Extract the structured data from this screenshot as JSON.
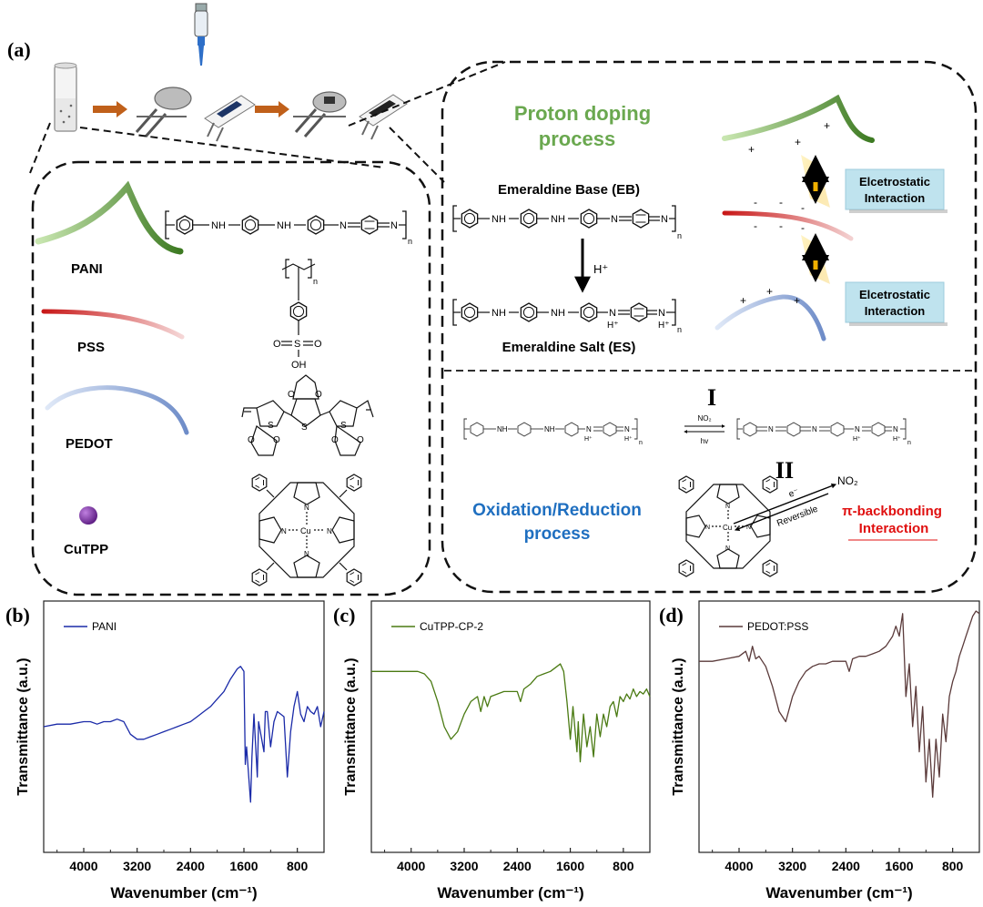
{
  "panels": {
    "a": "(a)",
    "b": "(b)",
    "c": "(c)",
    "d": "(d)"
  },
  "materials": {
    "pani": "PANI",
    "pss": "PSS",
    "pedot": "PEDOT",
    "cutpp": "CuTPP"
  },
  "chem_text": {
    "nh": "NH",
    "n": "N",
    "n_sub": "n",
    "so3h_o": "O",
    "so3h_s": "S",
    "so3h_oh": "OH",
    "thio_s": "S",
    "o": "O",
    "cu": "Cu",
    "hplus": "H⁺",
    "h": "H",
    "no2": "NO₂",
    "hv": "hv",
    "eminus": "e⁻",
    "reversible": "Reversible"
  },
  "proton": {
    "title_line1": "Proton doping",
    "title_line2": "process",
    "eb": "Emeraldine Base (EB)",
    "es": "Emeraldine Salt (ES)",
    "box1_line1": "Elcetrostatic",
    "box1_line2": "Interaction",
    "box2_line1": "Elcetrostatic",
    "box2_line2": "Interaction"
  },
  "redox": {
    "label_line1": "Oxidation/Reduction",
    "label_line2": "process",
    "roman1": "I",
    "roman2": "II",
    "pi_line1": "π-backbonding",
    "pi_line2": "Interaction"
  },
  "colors": {
    "pani_green": "#5a9a3a",
    "pss_red": "#c81e1e",
    "pedot_blue": "#7a9ad0",
    "cutpp_purple": "#7a2aa0",
    "proton_title": "#6aa84f",
    "redox_blue": "#1f6fc0",
    "pi_red": "#e01010",
    "box_fill": "#bfe3ee",
    "arrow_orange": "#c0601a",
    "arrow_yellow": "#f0b000"
  },
  "chart_data": [
    {
      "type": "line",
      "panel": "(b)",
      "xlabel": "Wavenumber (cm⁻¹)",
      "ylabel": "Transmittance (a.u.)",
      "xlim": [
        4600,
        400
      ],
      "x_ticks": [
        4000,
        3200,
        2400,
        1600,
        800
      ],
      "series": [
        {
          "name": "PANI",
          "color": "#1a2aa8",
          "x": [
            4600,
            4400,
            4200,
            4000,
            3900,
            3800,
            3700,
            3600,
            3500,
            3400,
            3300,
            3200,
            3100,
            3000,
            2900,
            2800,
            2700,
            2600,
            2500,
            2400,
            2300,
            2200,
            2100,
            2000,
            1900,
            1800,
            1700,
            1650,
            1600,
            1580,
            1560,
            1500,
            1480,
            1450,
            1400,
            1380,
            1300,
            1280,
            1250,
            1200,
            1150,
            1100,
            1000,
            950,
            900,
            850,
            800,
            750,
            700,
            650,
            600,
            550,
            500,
            450,
            400
          ],
          "y": [
            0.5,
            0.51,
            0.51,
            0.52,
            0.52,
            0.51,
            0.52,
            0.52,
            0.53,
            0.52,
            0.47,
            0.45,
            0.45,
            0.46,
            0.47,
            0.48,
            0.49,
            0.5,
            0.51,
            0.52,
            0.54,
            0.56,
            0.58,
            0.61,
            0.64,
            0.69,
            0.73,
            0.74,
            0.72,
            0.35,
            0.42,
            0.2,
            0.38,
            0.55,
            0.3,
            0.52,
            0.4,
            0.56,
            0.56,
            0.42,
            0.52,
            0.56,
            0.54,
            0.3,
            0.48,
            0.58,
            0.64,
            0.55,
            0.52,
            0.58,
            0.56,
            0.55,
            0.58,
            0.5,
            0.56
          ]
        }
      ]
    },
    {
      "type": "line",
      "panel": "(c)",
      "xlabel": "Wavenumber (cm⁻¹)",
      "ylabel": "Transmittance (a.u.)",
      "xlim": [
        4600,
        400
      ],
      "x_ticks": [
        4000,
        3200,
        2400,
        1600,
        800
      ],
      "series": [
        {
          "name": "CuTPP-CP-2",
          "color": "#4a7a12",
          "x": [
            4600,
            4400,
            4200,
            4000,
            3900,
            3800,
            3700,
            3600,
            3500,
            3400,
            3300,
            3200,
            3100,
            3000,
            2950,
            2900,
            2850,
            2800,
            2700,
            2600,
            2500,
            2400,
            2350,
            2300,
            2200,
            2100,
            2000,
            1900,
            1800,
            1750,
            1700,
            1650,
            1600,
            1560,
            1500,
            1480,
            1450,
            1400,
            1350,
            1300,
            1250,
            1200,
            1150,
            1100,
            1050,
            1000,
            950,
            900,
            850,
            800,
            750,
            700,
            650,
            600,
            550,
            500,
            450,
            400
          ],
          "y": [
            0.72,
            0.72,
            0.72,
            0.72,
            0.72,
            0.71,
            0.68,
            0.6,
            0.5,
            0.45,
            0.48,
            0.55,
            0.6,
            0.62,
            0.56,
            0.62,
            0.58,
            0.62,
            0.63,
            0.64,
            0.64,
            0.64,
            0.6,
            0.65,
            0.67,
            0.7,
            0.71,
            0.72,
            0.74,
            0.75,
            0.72,
            0.6,
            0.45,
            0.58,
            0.4,
            0.52,
            0.36,
            0.55,
            0.42,
            0.5,
            0.38,
            0.55,
            0.46,
            0.55,
            0.5,
            0.58,
            0.6,
            0.54,
            0.62,
            0.6,
            0.63,
            0.61,
            0.65,
            0.62,
            0.64,
            0.63,
            0.65,
            0.62
          ]
        }
      ]
    },
    {
      "type": "line",
      "panel": "(d)",
      "xlabel": "Wavenumber (cm⁻¹)",
      "ylabel": "Transmittance (a.u.)",
      "xlim": [
        4600,
        400
      ],
      "x_ticks": [
        4000,
        3200,
        2400,
        1600,
        800
      ],
      "series": [
        {
          "name": "PEDOT:PSS",
          "color": "#5a3a3a",
          "x": [
            4600,
            4400,
            4200,
            4000,
            3900,
            3850,
            3800,
            3750,
            3700,
            3600,
            3500,
            3400,
            3300,
            3200,
            3100,
            3000,
            2900,
            2800,
            2700,
            2600,
            2500,
            2400,
            2350,
            2300,
            2200,
            2100,
            2000,
            1900,
            1800,
            1700,
            1650,
            1600,
            1550,
            1500,
            1450,
            1400,
            1350,
            1300,
            1250,
            1200,
            1150,
            1100,
            1050,
            1000,
            950,
            900,
            850,
            800,
            750,
            700,
            650,
            600,
            550,
            500,
            450,
            400
          ],
          "y": [
            0.76,
            0.76,
            0.77,
            0.78,
            0.8,
            0.76,
            0.82,
            0.77,
            0.78,
            0.74,
            0.66,
            0.56,
            0.52,
            0.62,
            0.68,
            0.72,
            0.74,
            0.75,
            0.75,
            0.76,
            0.76,
            0.76,
            0.72,
            0.77,
            0.78,
            0.78,
            0.79,
            0.8,
            0.82,
            0.86,
            0.9,
            0.86,
            0.95,
            0.62,
            0.75,
            0.5,
            0.66,
            0.4,
            0.58,
            0.28,
            0.45,
            0.22,
            0.45,
            0.3,
            0.55,
            0.44,
            0.62,
            0.68,
            0.72,
            0.78,
            0.82,
            0.86,
            0.9,
            0.94,
            0.96,
            0.95
          ]
        }
      ]
    }
  ]
}
